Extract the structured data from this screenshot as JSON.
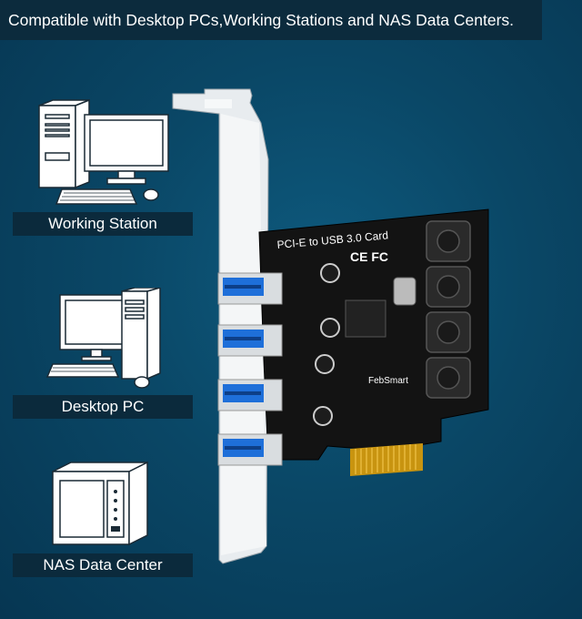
{
  "banner": {
    "text": "Compatible with Desktop PCs,Working Stations and NAS Data Centers."
  },
  "devices": [
    {
      "label": "Working Station",
      "icon": "workstation-icon"
    },
    {
      "label": "Desktop PC",
      "icon": "desktop-pc-icon"
    },
    {
      "label": "NAS Data Center",
      "icon": "nas-server-icon"
    }
  ],
  "card": {
    "title": "PCI-E  to USB 3.0 Card",
    "brand": "FebSmart",
    "certifications": "CE FC",
    "usb_ports": 4
  },
  "colors": {
    "background": "#0a4766",
    "banner": "#0c2b3d",
    "usb_blue": "#1e6fd9",
    "pcb": "#111111",
    "gold": "#d4a017"
  }
}
